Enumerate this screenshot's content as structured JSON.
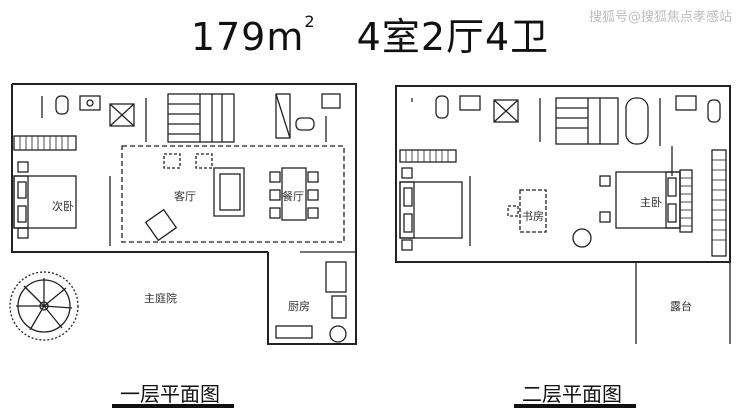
{
  "header": {
    "area_value": "179m",
    "area_sup": "2",
    "layout": "4室2厅4卫",
    "watermark": "搜狐号@搜狐焦点孝感站"
  },
  "floor1": {
    "caption": "一层平面图",
    "rooms": {
      "secondary_bedroom": "次卧",
      "living_room": "客厅",
      "dining_room": "餐厅",
      "main_courtyard": "主庭院",
      "kitchen": "厨房"
    }
  },
  "floor2": {
    "caption": "二层平面图",
    "rooms": {
      "study": "书房",
      "master_bedroom": "主卧",
      "terrace": "露台"
    }
  },
  "colors": {
    "line": "#222222",
    "text": "#111111",
    "watermark": "#bdbdbd"
  }
}
